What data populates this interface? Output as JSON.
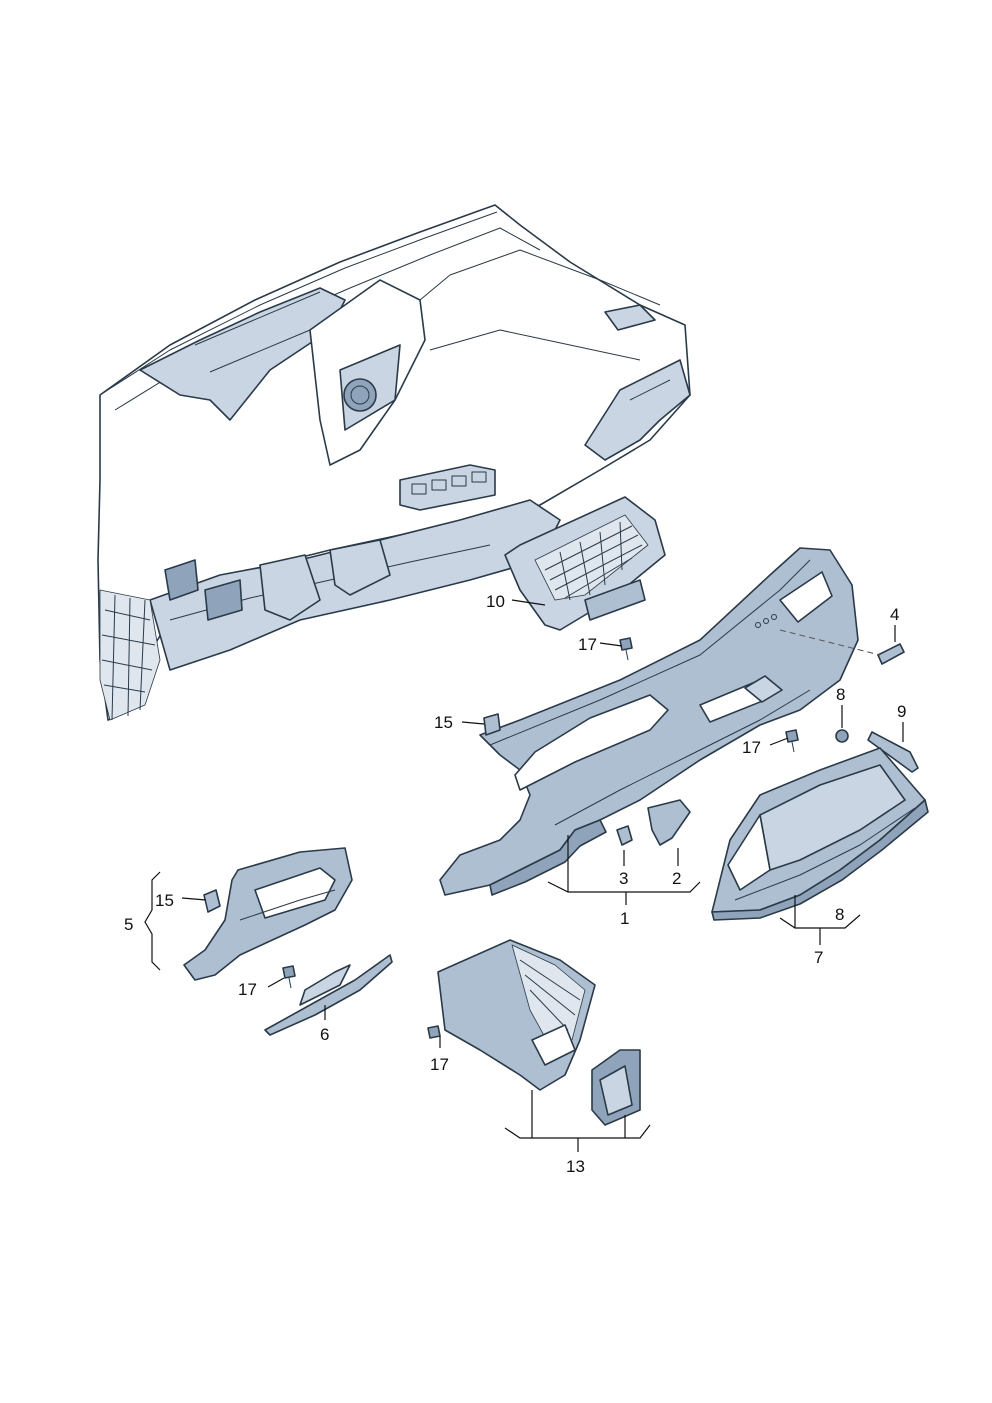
{
  "diagram": {
    "callouts": {
      "c1": "1",
      "c2": "2",
      "c3": "3",
      "c4": "4",
      "c5": "5",
      "c6": "6",
      "c7": "7",
      "c8a": "8",
      "c8b": "8",
      "c9": "9",
      "c10": "10",
      "c13": "13",
      "c15a": "15",
      "c15b": "15",
      "c17a": "17",
      "c17b": "17",
      "c17c": "17",
      "c17d": "17"
    },
    "colors": {
      "line": "#2a3a48",
      "part_fill": "#aebfd2",
      "frame_fill": "#c9d5e2",
      "shadow_fill": "#8fa3ba"
    }
  }
}
